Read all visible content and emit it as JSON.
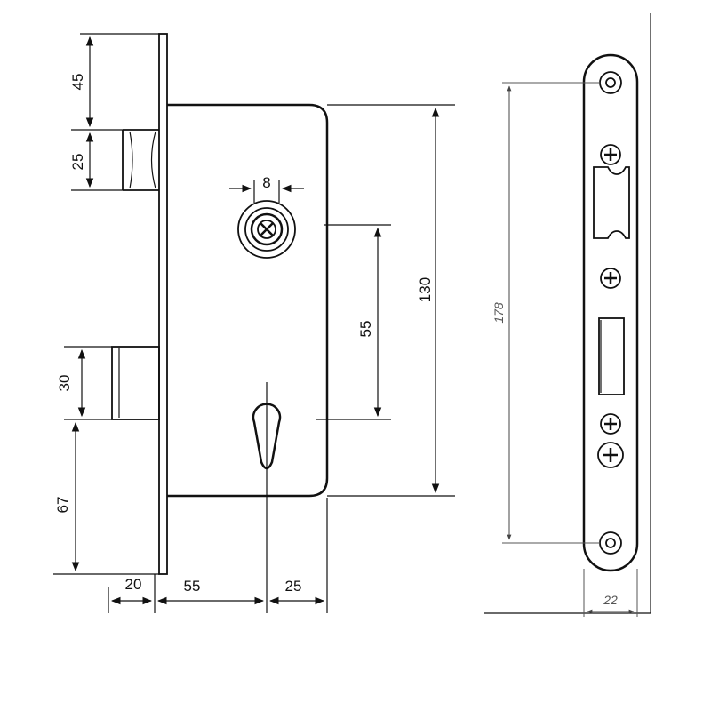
{
  "dimensions": {
    "bolt_offset_top": "45",
    "latch_height": "25",
    "spindle_size": "8",
    "handle_to_cylinder": "55",
    "case_height": "130",
    "deadbolt_height": "30",
    "cylinder_to_bottom": "67",
    "faceplate_thickness": "20",
    "backset": "55",
    "cylinder_to_edge": "25",
    "faceplate_length": "178",
    "faceplate_width": "22"
  },
  "colors": {
    "ink": "#111111",
    "faceplate_dim": "#555555",
    "background": "#ffffff"
  }
}
